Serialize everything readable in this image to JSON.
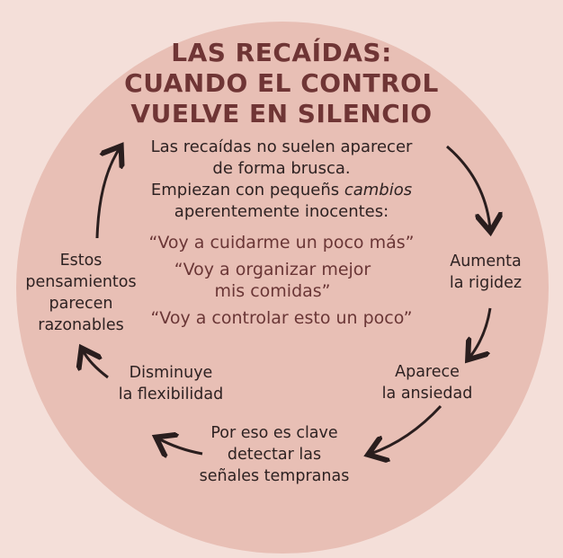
{
  "title": {
    "line1": "LAS RECAÍDAS:",
    "line2": "CUANDO EL CONTROL",
    "line3": "VUELVE EN SILENCIO"
  },
  "intro": {
    "line1": "Las recaídas no suelen aparecer",
    "line2": "de forma brusca.",
    "line3a": "Empiezan con pequeñs ",
    "line3b": "cambios",
    "line4": "aperentemente inocentes:"
  },
  "quotes": {
    "q1": "“Voy a cuidarme un poco más”",
    "q2a": "“Voy a organizar mejor",
    "q2b": "mis comidas”",
    "q3": "“Voy a controlar esto un poco”"
  },
  "cycle": {
    "s1": [
      "Aumenta",
      "la rigidez"
    ],
    "s2": [
      "Aparece",
      "la ansiedad"
    ],
    "s3": [
      "Por eso es clave",
      "detectar las",
      "señales tempranas"
    ],
    "s4": [
      "Disminuye",
      "la flexibilidad"
    ],
    "s5": [
      "Estos",
      "pensamientos",
      "parecen",
      "razonables"
    ]
  }
}
